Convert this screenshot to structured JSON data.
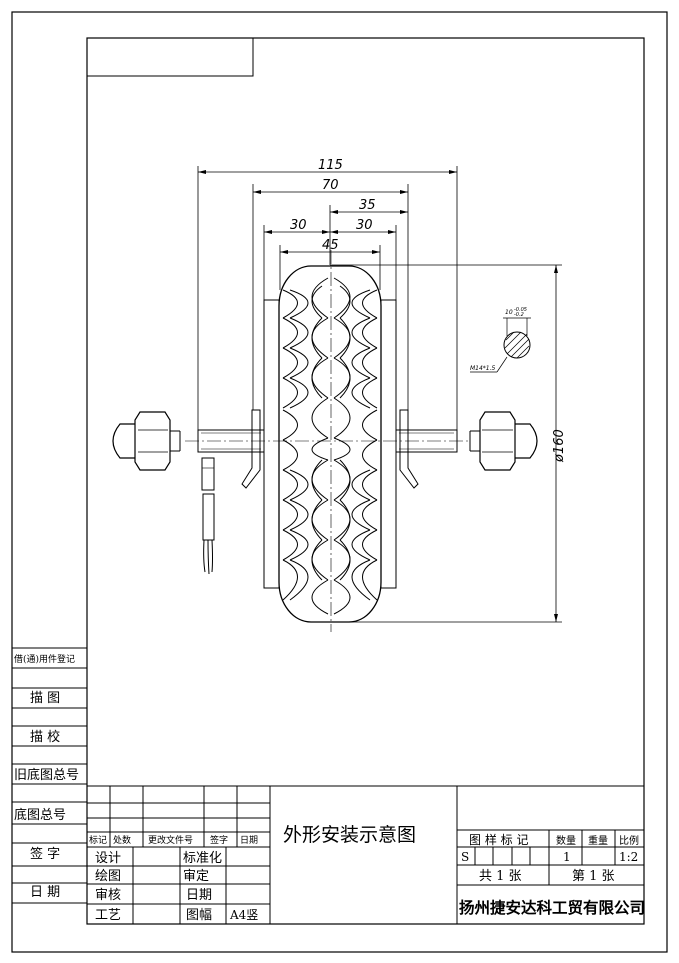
{
  "drawing": {
    "title": "外形安装示意图",
    "company": "扬州捷安达科工贸有限公司",
    "dimensions": {
      "d115": "115",
      "d70": "70",
      "d35": "35",
      "d30_left": "30",
      "d30_right": "30",
      "d45": "45",
      "d160": "ø160",
      "keyway_top": "10",
      "keyway_tol": "-0.05",
      "keyway_tol2": "-0.2",
      "thread": "M14*1.5"
    }
  },
  "side_table": {
    "row1": "借(通)用件登记",
    "row2": "描 图",
    "row3": "描 校",
    "row4": "旧底图总号",
    "row5": "底图总号",
    "row6": "签 字",
    "row7": "日 期"
  },
  "title_block": {
    "headers": [
      "标记",
      "处数",
      "更改文件号",
      "签字",
      "日期"
    ],
    "design": "设计",
    "drawing": "绘图",
    "review": "审核",
    "process": "工艺",
    "standard": "标准化",
    "approve": "审定",
    "date": "日期",
    "format": "图幅",
    "format_value": "A4竖",
    "sample_mark": "图 样 标 记",
    "quantity": "数量",
    "weight": "重量",
    "scale": "比例",
    "sample_value": "S",
    "quantity_value": "1",
    "scale_value": "1:2",
    "total_sheets": "共 1 张",
    "sheet_no": "第 1 张"
  }
}
